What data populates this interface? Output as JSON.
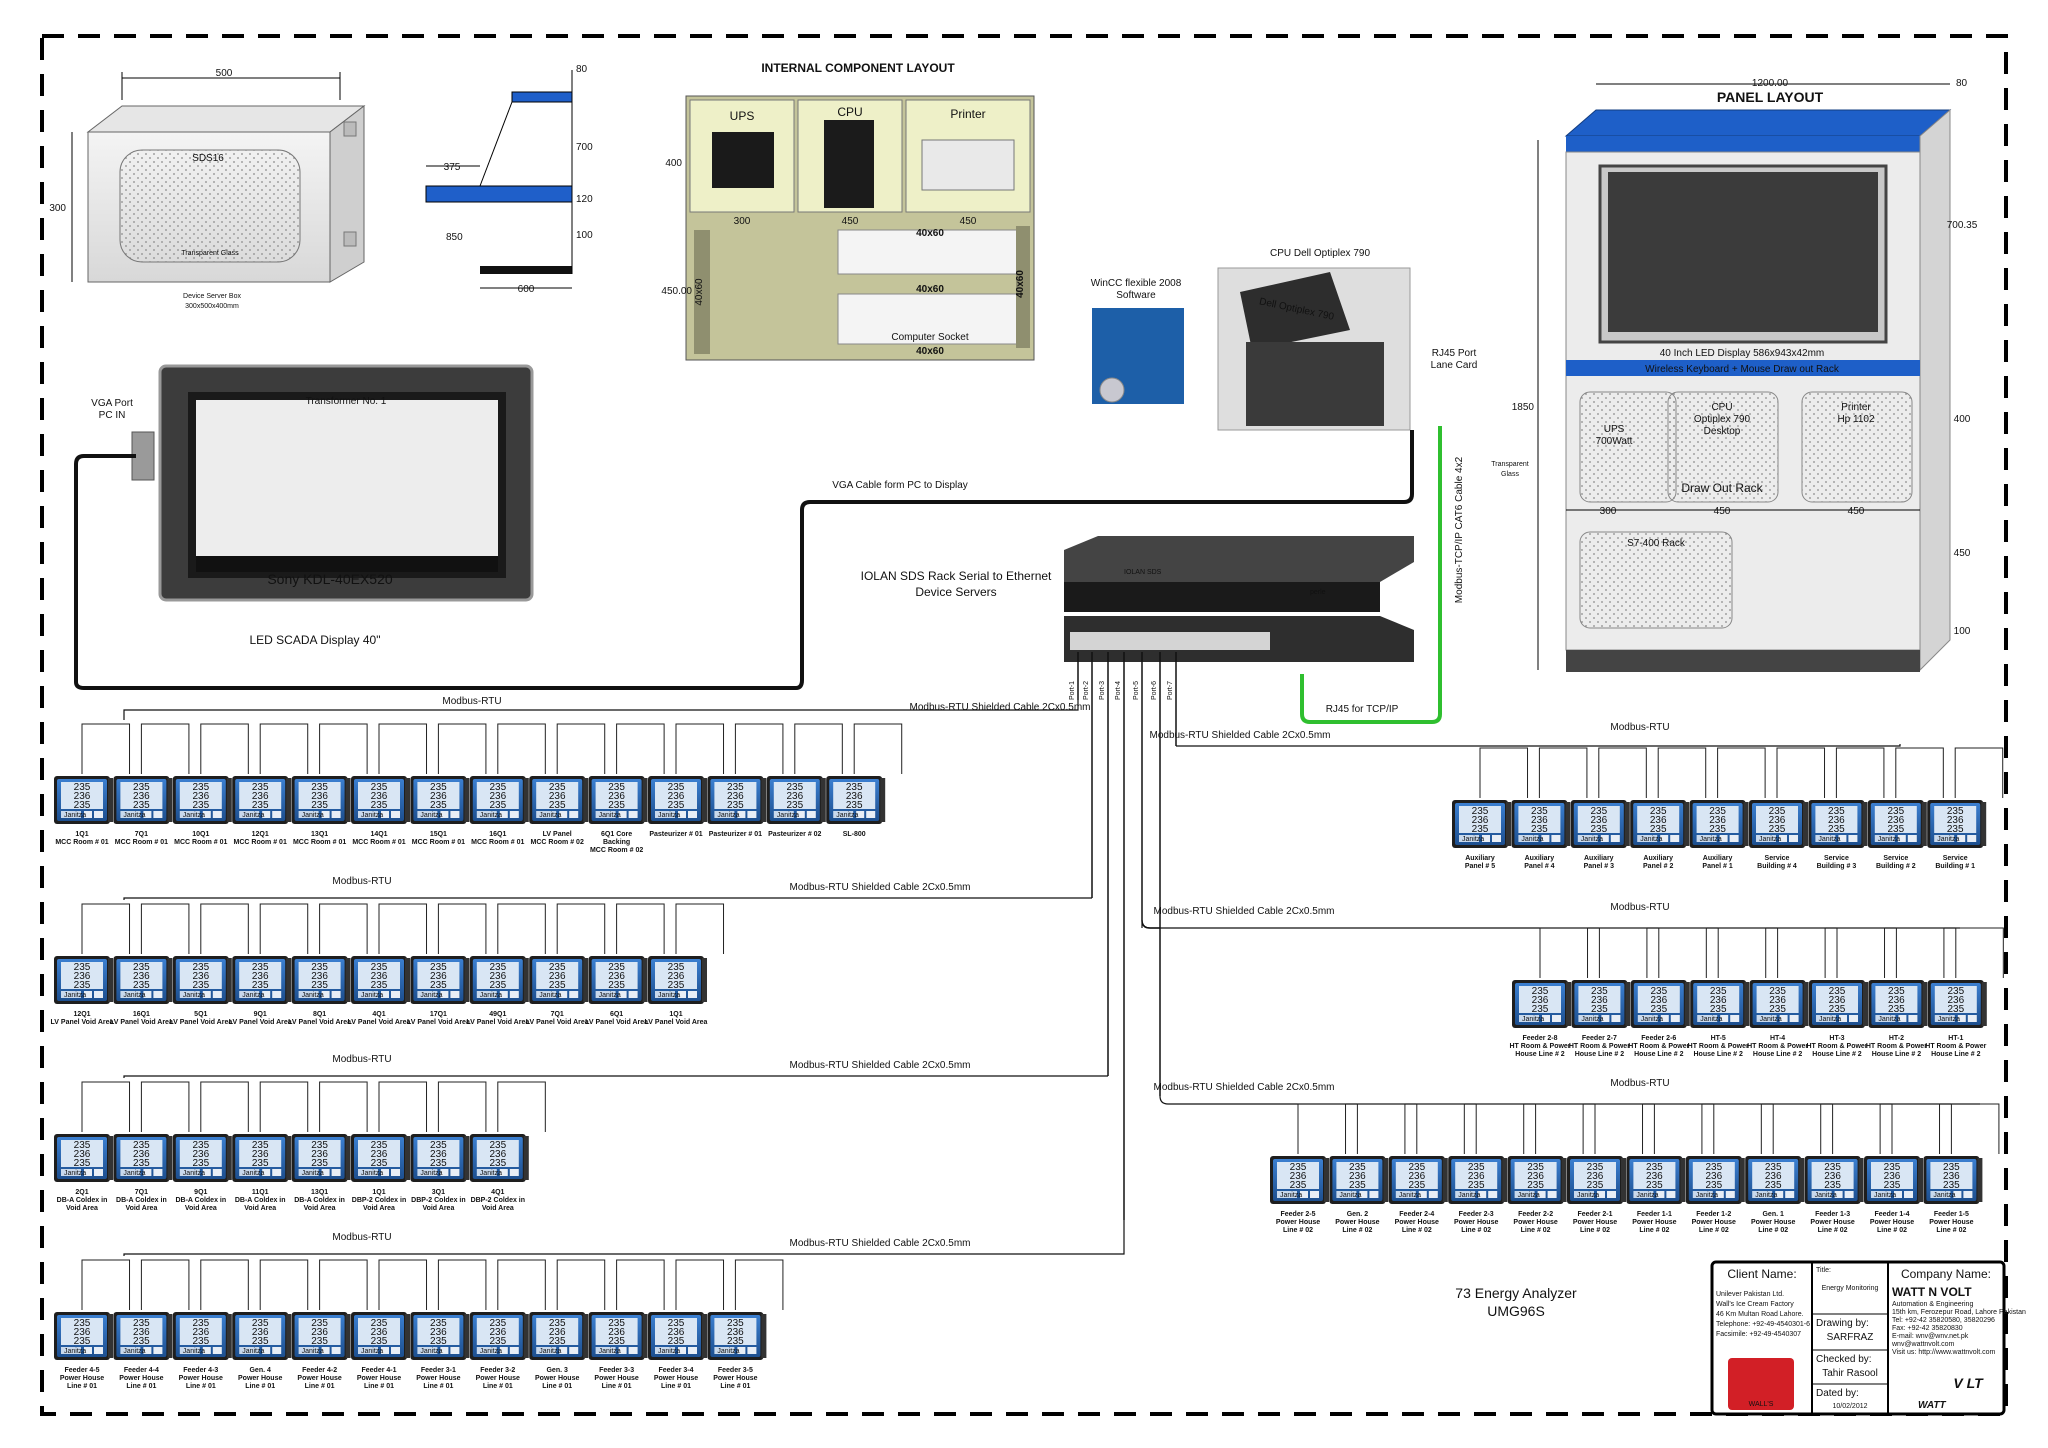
{
  "box": {
    "title": "Device Server Box",
    "size": "300x500x400mm",
    "sds": "SDS16",
    "glass": "Transparent Glass",
    "dims": [
      "500",
      "300"
    ]
  },
  "section_dims": [
    "80",
    "700",
    "120",
    "100",
    "375",
    "850",
    "600"
  ],
  "internal": {
    "title": "INTERNAL COMPONENT LAYOUT",
    "ups": "UPS",
    "cpu": "CPU",
    "printer": "Printer",
    "dims": [
      "300",
      "450",
      "450",
      "400",
      "450.00",
      "40x60",
      "40x60",
      "40x60",
      "40x60",
      "40x60"
    ],
    "socket": "Computer Socket"
  },
  "panel": {
    "title": "PANEL LAYOUT",
    "dims": [
      "1200.00",
      "80",
      "700.35",
      "1850",
      "400",
      "450",
      "100",
      "300",
      "450",
      "450"
    ],
    "display": "40 Inch LED Display  586x943x42mm",
    "rack": "Wireless Keyboard + Mouse Draw out Rack",
    "ups": [
      "UPS",
      "700Watt"
    ],
    "cpu": [
      "CPU",
      "Optiplex 790",
      "Desktop"
    ],
    "printer": [
      "Printer",
      "Hp 1102"
    ],
    "drawout": "Draw Out Rack",
    "s7": "S7-400 Rack",
    "glass": [
      "Transparent",
      "Glass"
    ]
  },
  "wincc": [
    "WinCC flexible 2008",
    "Software"
  ],
  "cpu_label": "CPU Dell Optiplex 790",
  "cpu_brand": "Dell Optiplex 790",
  "rj45_lane": [
    "RJ45 Port",
    "Lane Card"
  ],
  "vga_port": [
    "VGA Port",
    "PC IN"
  ],
  "vga_cable": "VGA Cable form PC to Display",
  "display": {
    "brand": "Sony KDL-40EX520",
    "screen_title": "Transformer No. 1",
    "caption": "LED SCADA Display 40\""
  },
  "iolan": {
    "title": [
      "IOLAN SDS Rack Serial to Ethernet",
      "Device Servers"
    ],
    "brand": "IOLAN SDS",
    "maker": "perle"
  },
  "rj45_tcp": "RJ45 for TCP/IP",
  "modbus_tcp": "Modbus-TCP/IP  CAT6 Cable 4x2",
  "ports": [
    "Port-1",
    "Port-2",
    "Port-3",
    "Port-4",
    "Port-5",
    "Port-6",
    "Port-7"
  ],
  "meter_display": [
    "235",
    "236",
    "235"
  ],
  "meter_brand": "Janitza",
  "modbus_rtu": "Modbus-RTU",
  "cable_label": "Modbus-RTU  Shielded Cable 2Cx0.5mm",
  "left_rows": [
    [
      "1Q1|MCC Room # 01",
      "7Q1|MCC Room # 01",
      "10Q1|MCC Room # 01",
      "12Q1|MCC Room # 01",
      "13Q1|MCC Room # 01",
      "14Q1|MCC Room # 01",
      "15Q1|MCC Room # 01",
      "16Q1|MCC Room # 01",
      "LV Panel|MCC Room # 02",
      "6Q1 Core|Backing|MCC Room # 02",
      "Pasteurizer # 01",
      "Pasteurizer # 01",
      "Pasteurizer # 02",
      "SL-800"
    ],
    [
      "12Q1|LV Panel Void Area",
      "16Q1|LV Panel Void Area",
      "5Q1|LV Panel Void Area",
      "9Q1|LV Panel Void Area",
      "8Q1|LV Panel Void Area",
      "4Q1|LV Panel Void Area",
      "17Q1|LV Panel Void Area",
      "49Q1|LV Panel Void Area",
      "7Q1|LV Panel Void Area",
      "6Q1|LV Panel Void Area",
      "1Q1|LV Panel Void Area"
    ],
    [
      "2Q1|DB-A Coldex in|Void Area",
      "7Q1|DB-A Coldex in|Void Area",
      "9Q1|DB-A Coldex in|Void Area",
      "11Q1|DB-A Coldex in|Void Area",
      "13Q1|DB-A Coldex in|Void Area",
      "1Q1|DBP-2 Coldex in|Void Area",
      "3Q1|DBP-2 Coldex in|Void Area",
      "4Q1|DBP-2 Coldex in|Void Area"
    ],
    [
      "Feeder 4-5|Power House|Line # 01",
      "Feeder 4-4|Power House|Line # 01",
      "Feeder 4-3|Power House|Line # 01",
      "Gen. 4|Power House|Line # 01",
      "Feeder 4-2|Power House|Line # 01",
      "Feeder 4-1|Power House|Line # 01",
      "Feeder 3-1|Power House|Line # 01",
      "Feeder 3-2|Power House|Line # 01",
      "Gen. 3|Power House|Line # 01",
      "Feeder 3-3|Power House|Line # 01",
      "Feeder 3-4|Power House|Line # 01",
      "Feeder 3-5|Power House|Line # 01"
    ]
  ],
  "right_rows": [
    [
      "Auxiliary|Panel # 5",
      "Auxiliary|Panel # 4",
      "Auxiliary|Panel # 3",
      "Auxiliary|Panel # 2",
      "Auxiliary|Panel # 1",
      "Service|Building # 4",
      "Service|Building # 3",
      "Service|Building # 2",
      "Service|Building # 1"
    ],
    [
      "Feeder 2-8|HT Room & Power|House Line # 2",
      "Feeder 2-7|HT Room & Power|House Line # 2",
      "Feeder 2-6|HT Room & Power|House Line # 2",
      "HT-5|HT Room & Power|House Line # 2",
      "HT-4|HT Room & Power|House Line # 2",
      "HT-3|HT Room & Power|House Line # 2",
      "HT-2|HT Room & Power|House Line # 2",
      "HT-1|HT Room & Power|House Line # 2"
    ],
    [
      "Feeder 2-5|Power House|Line # 02",
      "Gen. 2|Power House|Line # 02",
      "Feeder 2-4|Power House|Line # 02",
      "Feeder 2-3|Power House|Line # 02",
      "Feeder 2-2|Power House|Line # 02",
      "Feeder 2-1|Power House|Line # 02",
      "Feeder 1-1|Power House|Line # 02",
      "Feeder 1-2|Power House|Line # 02",
      "Gen. 1|Power House|Line # 02",
      "Feeder 1-3|Power House|Line # 02",
      "Feeder 1-4|Power House|Line # 02",
      "Feeder 1-5|Power House|Line # 02"
    ]
  ],
  "summary": [
    "73 Energy Analyzer",
    "UMG96S"
  ],
  "titleblock": {
    "client_h": "Client Name:",
    "client": [
      "Unilever Pakistan Ltd.",
      "Wall's Ice Cream Factory",
      "46 Km Multan Road Lahore.",
      "Telephone: +92-49-4540301-6",
      "Facsimile: +92-49-4540307"
    ],
    "client_logo": "WALL'S",
    "title_h": "Title:",
    "title": "Energy Monitoring",
    "drawn_h": "Drawing by:",
    "drawn": "SARFRAZ",
    "checked_h": "Checked by:",
    "checked": "Tahir Rasool",
    "dated_h": "Dated by:",
    "dated": "10/02/2012",
    "company_h": "Company Name:",
    "company": "WATT N VOLT",
    "company_lines": [
      "Automation & Engineering",
      "15th km, Ferozepur Road, Lahore Pakistan",
      "Tel: +92-42  35820580, 35820296",
      "Fax: +92-42  35820830",
      "E-mail: wnv@wnv.net.pk",
      "wnv@wattnvolt.com",
      "Visit us: http://www.wattnvolt.com"
    ],
    "company_logo": "V LT",
    "company_logo2": "WATT"
  }
}
